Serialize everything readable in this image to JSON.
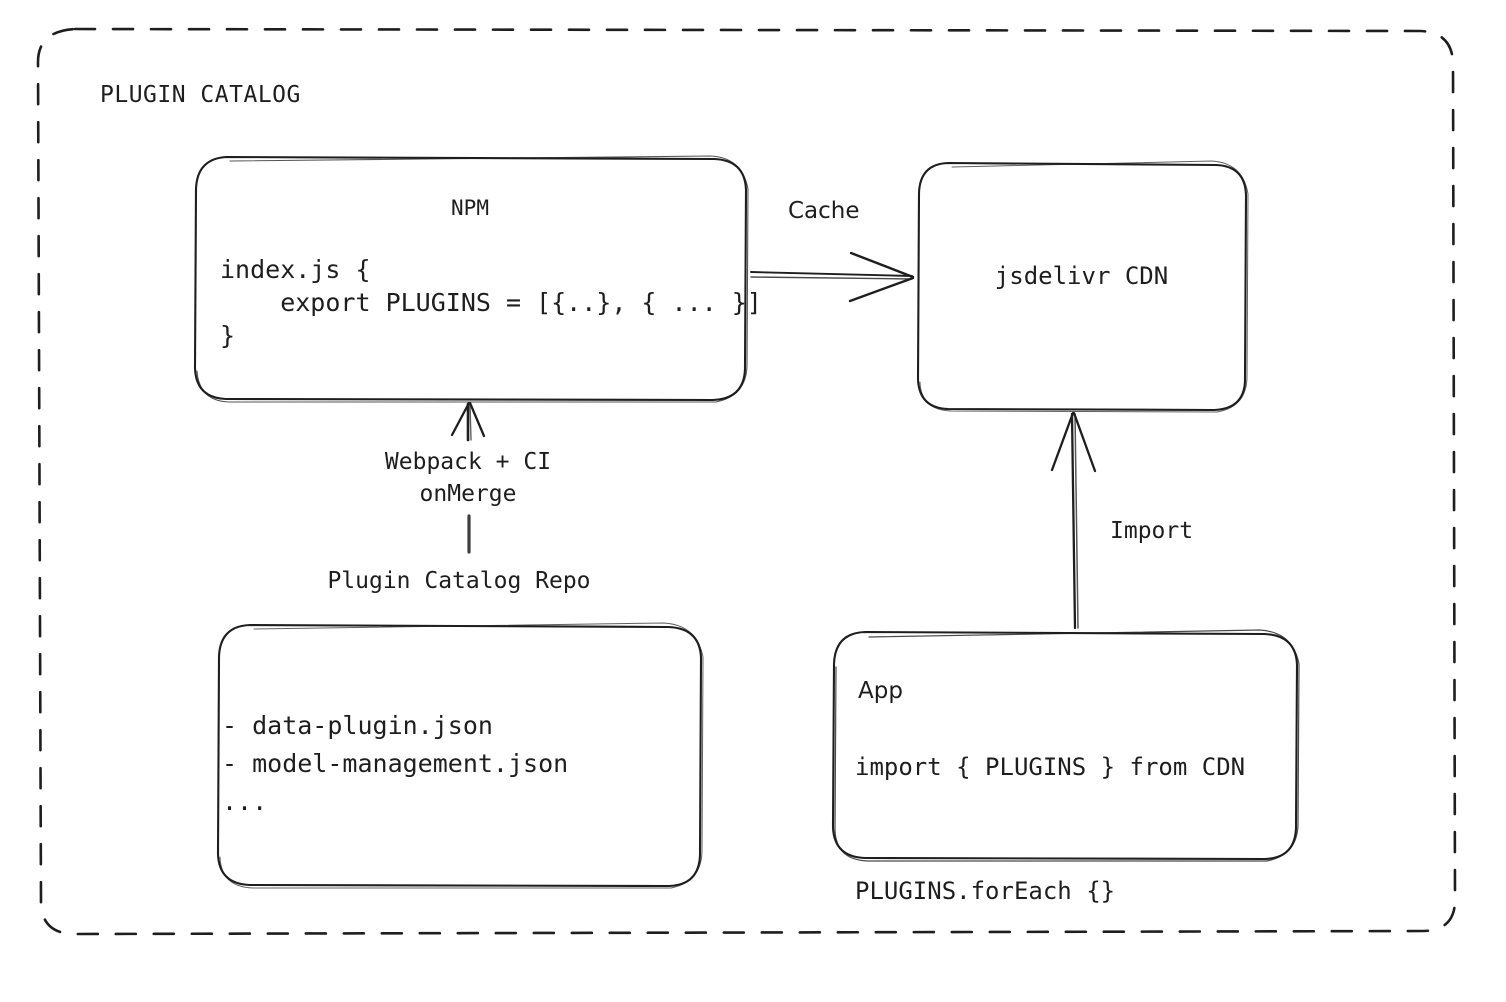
{
  "diagram": {
    "group_label": "PLUGIN CATALOG",
    "nodes": {
      "npm": {
        "title": "NPM",
        "code": "index.js {\n    export PLUGINS = [{..}, { ... }]\n}"
      },
      "cdn": {
        "title": "jsdelivr CDN"
      },
      "repo": {
        "caption": "Plugin Catalog Repo",
        "items": "- data-plugin.json\n- model-management.json\n..."
      },
      "app": {
        "title": "App",
        "code": "import { PLUGINS } from CDN\n\nPLUGINS.forEach {}"
      }
    },
    "edges": {
      "npm_to_cdn": "Cache",
      "repo_to_npm": "Webpack + CI\nonMerge",
      "app_to_cdn": "Import"
    },
    "colors": {
      "stroke": "#1e1e1e",
      "background": "#ffffff"
    }
  }
}
